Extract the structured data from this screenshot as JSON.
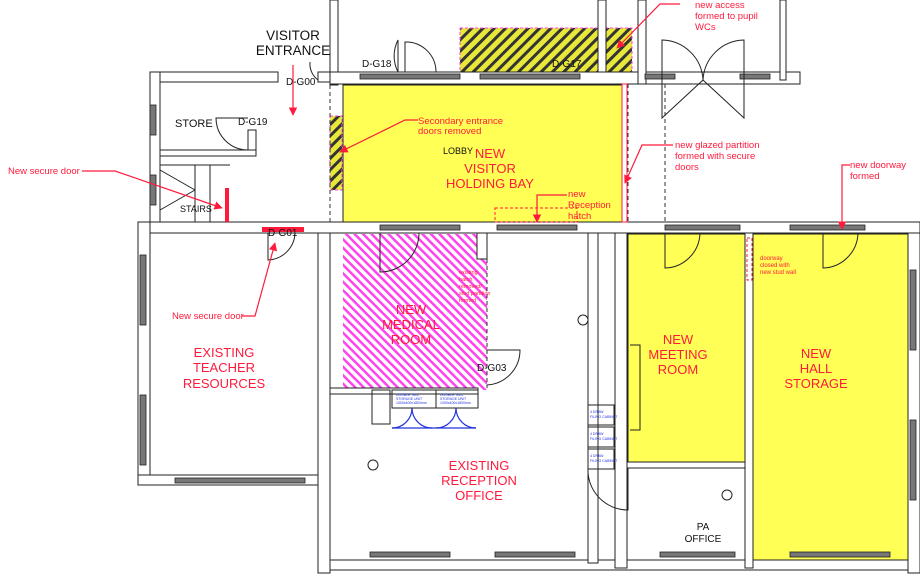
{
  "title_labels": {
    "visitor_entrance": [
      "VISITOR",
      "ENTRANCE"
    ],
    "store": "STORE",
    "stairs": "STAIRS",
    "lobby": "LOBBY",
    "pa_office": [
      "PA",
      "OFFICE"
    ]
  },
  "doors": {
    "d_g00": "D-G00",
    "d_g19": "D-G19",
    "d_g18": "D-G18",
    "d_g17": "D-G17",
    "d_g01": "D-G01",
    "d_g03": "D-G03"
  },
  "rooms": {
    "visitor_holding_bay": [
      "NEW",
      "VISITOR",
      "HOLDING BAY"
    ],
    "medical_room": [
      "NEW",
      "MEDICAL",
      "ROOM"
    ],
    "teacher_resources": [
      "EXISTING",
      "TEACHER",
      "RESOURCES"
    ],
    "reception_office": [
      "EXISTING",
      "RECEPTION",
      "OFFICE"
    ],
    "meeting_room": [
      "NEW",
      "MEETING",
      "ROOM"
    ],
    "hall_storage": [
      "NEW",
      "HALL",
      "STORAGE"
    ]
  },
  "notes": {
    "new_access": [
      "new access",
      "formed to pupil",
      "WCs"
    ],
    "secondary_entrance": [
      "Secondary entrance",
      "doors removed"
    ],
    "new_secure_door_1": "New secure door",
    "new_secure_door_2": "New secure door",
    "glazed_partition": [
      "new glazed partition",
      "formed with secure",
      "doors"
    ],
    "reception_hatch": [
      "new",
      "Reception",
      "hatch"
    ],
    "new_doorway": [
      "new doorway",
      "formed"
    ],
    "doorway_closed": [
      "doorway",
      "closed with",
      "new stud wall"
    ],
    "existing_hatch": [
      "existing",
      "hatch",
      "removed/",
      "stud partition",
      "formed"
    ]
  },
  "furniture": {
    "storage_unit": [
      "DOUBLE TALL",
      "STORAGE UNIT",
      "1000x400x1800mm"
    ],
    "filing_cabinet": [
      "4 DRAW",
      "FILING CABINET"
    ]
  },
  "colors": {
    "new_area": "#ffff55",
    "medical_hatch": "#ff44ee",
    "annotation": "#ff1a3c"
  }
}
